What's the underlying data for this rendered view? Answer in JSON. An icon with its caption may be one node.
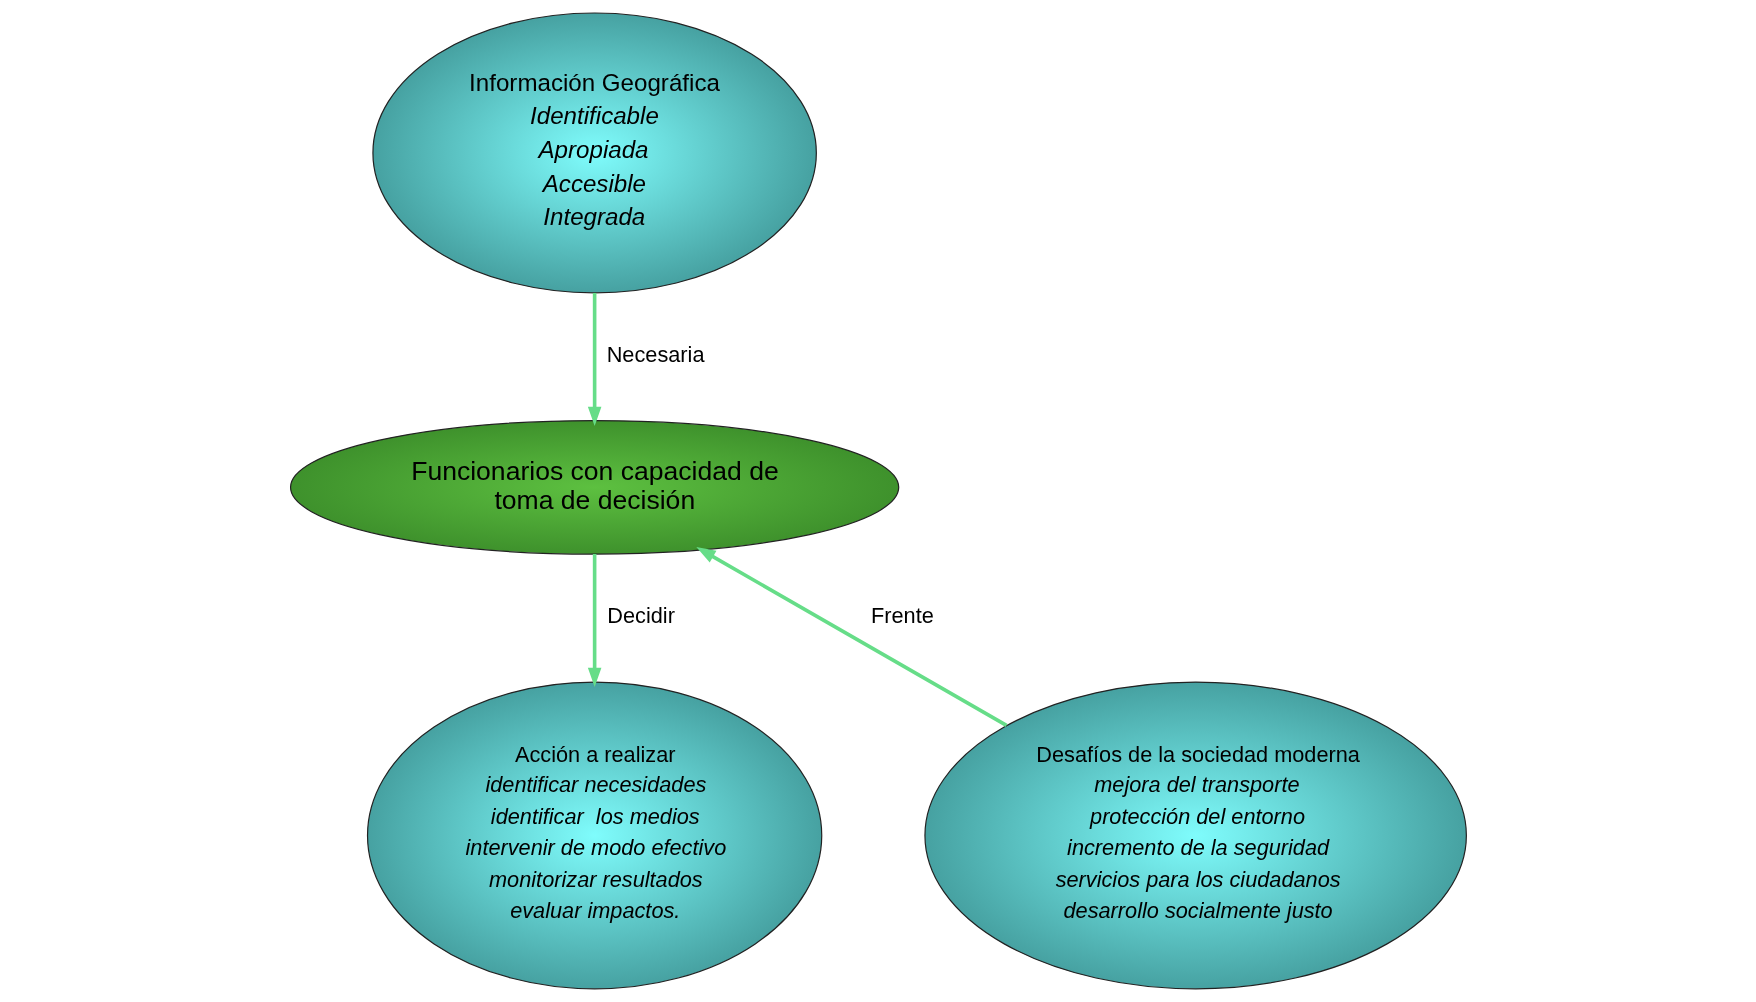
{
  "diagram": {
    "nodes": [
      {
        "text": [
          "Información Geográfica",
          "Identificable",
          "Apropiada",
          "Accesible",
          "Integrada"
        ]
      },
      {
        "text": [
          "Funcionarios con capacidad de toma de decisión"
        ]
      },
      {
        "text": [
          "Desafíos de la sociedad moderna",
          "mejora del transporte",
          "protección del entorno",
          "incremento de la seguridad",
          "servicios para los ciudadanos",
          "desarrollo socialmente justo"
        ]
      },
      {
        "text": [
          "Acción a realizar",
          "identificar necesidades",
          "identificar  los medios",
          "intervenir de modo efectivo",
          "monitorizar resultados",
          "evaluar impactos."
        ]
      }
    ],
    "edges": [
      {
        "from": 0,
        "to": 1,
        "arrow": "to",
        "label": "Necesaria"
      },
      {
        "from": 2,
        "to": 1,
        "arrow": "to",
        "label": "Frente"
      },
      {
        "from": 1,
        "to": 3,
        "arrow": "to",
        "label": "Decidir"
      }
    ]
  }
}
